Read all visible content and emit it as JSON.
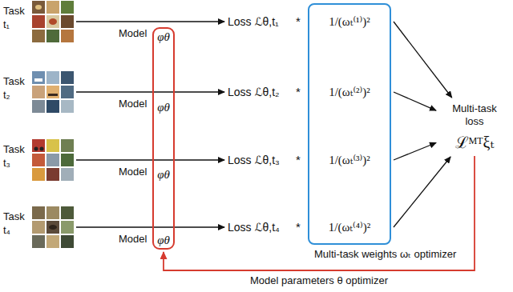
{
  "diagram": {
    "nodes": [
      {
        "text": [
          "Task t₁"
        ]
      },
      {
        "text": [
          "Task t₂"
        ]
      },
      {
        "text": [
          "Task t₃"
        ]
      },
      {
        "text": [
          "Task t₄"
        ]
      },
      {
        "text": [
          "φθ",
          "φθ",
          "φθ",
          "φθ"
        ]
      },
      {
        "text": [
          "Loss ℒθ,t₁"
        ]
      },
      {
        "text": [
          "Loss ℒθ,t₂"
        ]
      },
      {
        "text": [
          "Loss ℒθ,t₃"
        ]
      },
      {
        "text": [
          "Loss ℒθ,t₄"
        ]
      },
      {
        "text": [
          "1/(ωₜ⁽¹⁾)²",
          "1/(ωₜ⁽²⁾)²",
          "1/(ωₜ⁽³⁾)²",
          "1/(ωₜ⁽⁴⁾)²",
          "Multi-task weights ωₜ optimizer"
        ]
      },
      {
        "text": [
          "Multi-task loss",
          "ℒᴹᵀξₜ"
        ]
      }
    ],
    "edges": [
      {
        "from": 0,
        "to": 5,
        "arrow": "to"
      },
      {
        "from": 1,
        "to": 6,
        "arrow": "to"
      },
      {
        "from": 2,
        "to": 7,
        "arrow": "to"
      },
      {
        "from": 3,
        "to": 8,
        "arrow": "to"
      },
      {
        "from": 9,
        "to": 10,
        "arrow": "to"
      },
      {
        "from": 9,
        "to": 10,
        "arrow": "to"
      },
      {
        "from": 9,
        "to": 10,
        "arrow": "to"
      },
      {
        "from": 9,
        "to": 10,
        "arrow": "to"
      },
      {
        "from": 10,
        "to": 4,
        "label": "Model parameters θ optimizer",
        "arrow": "to"
      }
    ],
    "labels": [
      "Model",
      "Model",
      "Model",
      "Model",
      "*",
      "*",
      "*",
      "*"
    ]
  }
}
